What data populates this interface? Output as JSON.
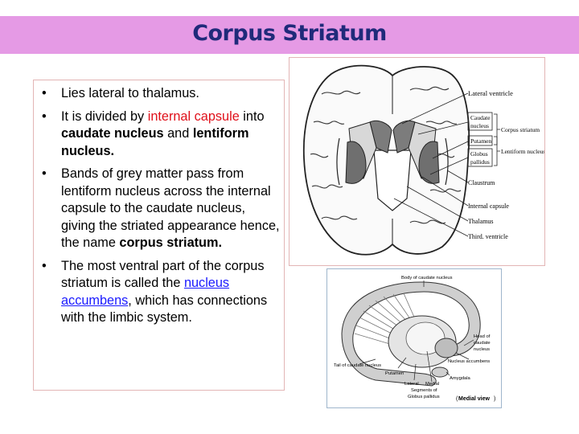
{
  "title": "Corpus Striatum",
  "bullets": {
    "b1": "Lies lateral to thalamus.",
    "b2_pre": "It is divided by ",
    "b2_red": "internal capsule",
    "b2_mid": " into ",
    "b2_bold1": "caudate nucleus",
    "b2_and": " and ",
    "b2_bold2": "lentiform nucleus.",
    "b3_pre": "Bands of grey matter pass from lentiform nucleus across the internal capsule to the caudate nucleus, giving the striated appearance hence, the name ",
    "b3_bold": "corpus striatum.",
    "b4_pre": "The most ventral part of the corpus striatum is called the ",
    "b4_link": "nucleus accumbens",
    "b4_post": ", which has connections with the limbic system."
  },
  "figure1": {
    "lateral_ventricle": "Lateral ventricle",
    "caudate": "Caudate",
    "nucleus": "nucleus",
    "corpus_striatum": "Corpus striatum",
    "putamen": "Putamen",
    "globus": "Globus",
    "pallidus": "pallidus",
    "lentiform_nucleus": "Lentiform nucleus",
    "claustrum": "Claustrum",
    "internal_capsule": "Internal capsule",
    "thalamus": "Thalamus",
    "third_ventricle": "Third. ventricle"
  },
  "figure2": {
    "body_caudate": "Body of caudate nucleus",
    "head_of": "Head of",
    "caudate": "caudate",
    "nucleus": "nucleus",
    "nucleus_accumbens": "Nucleus accumbens",
    "tail_caudate": "Tail of caudate nucleus",
    "amygdala": "Amygdala",
    "putamen": "Putamen",
    "lateral": "Lateral",
    "medial": "Medial",
    "segments_of": "Segments of",
    "globus_pallidus": "Globus pallidus",
    "medial_view": "Medial view"
  }
}
